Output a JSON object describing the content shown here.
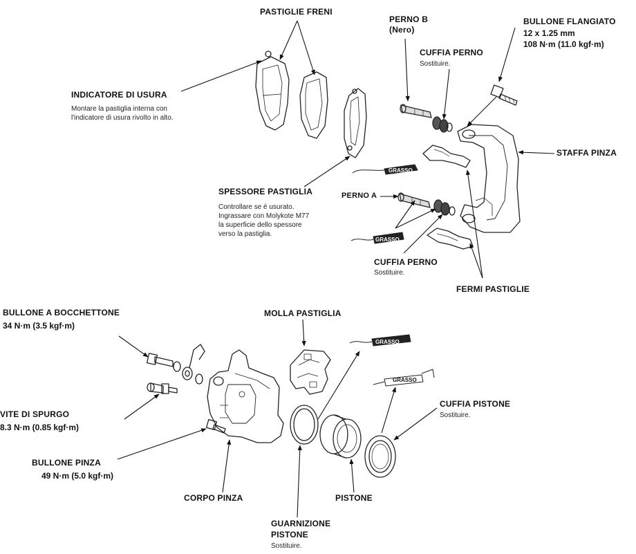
{
  "labels": {
    "pastiglie_freni": "PASTIGLIE FRENI",
    "perno_b": "PERNO B",
    "perno_b_note": "(Nero)",
    "bullone_flangiato": "BULLONE FLANGIATO",
    "bullone_flangiato_size": "12 x 1.25 mm",
    "bullone_flangiato_torque": "108 N·m (11.0 kgf·m)",
    "cuffia_perno_top": "CUFFIA PERNO",
    "cuffia_perno_top_note": "Sostituire.",
    "indicatore_usura": "INDICATORE DI USURA",
    "indicatore_usura_note1": "Montare la pastiglia interna con",
    "indicatore_usura_note2": "l'indicatore di usura rivolto in alto.",
    "staffa_pinza": "STAFFA PINZA",
    "spessore_pastiglia": "SPESSORE PASTIGLIA",
    "spessore_note1": "Controllare se é usurato.",
    "spessore_note2": "Ingrassare con Molykote M77",
    "spessore_note3": "la superficie dello spessore",
    "spessore_note4": "verso la pastiglia.",
    "perno_a": "PERNO A",
    "cuffia_perno_bottom": "CUFFIA PERNO",
    "cuffia_perno_bottom_note": "Sostituire.",
    "fermi_pastiglie": "FERMI PASTIGLIE",
    "bullone_bocchettone": "BULLONE A BOCCHETTONE",
    "bullone_bocchettone_torque": "34 N·m (3.5 kgf·m)",
    "molla_pastiglia": "MOLLA PASTIGLIA",
    "vite_spurgo": "VITE DI SPURGO",
    "vite_spurgo_torque": "8.3 N·m (0.85 kgf·m)",
    "cuffia_pistone": "CUFFIA PISTONE",
    "cuffia_pistone_note": "Sostituire.",
    "bullone_pinza": "BULLONE PINZA",
    "bullone_pinza_torque": "49 N·m (5.0 kgf·m)",
    "corpo_pinza": "CORPO PINZA",
    "pistone": "PISTONE",
    "guarnizione_1": "GUARNIZIONE",
    "guarnizione_2": "PISTONE",
    "guarnizione_note": "Sostituire."
  },
  "tags": {
    "grasso": "GRASSO"
  }
}
